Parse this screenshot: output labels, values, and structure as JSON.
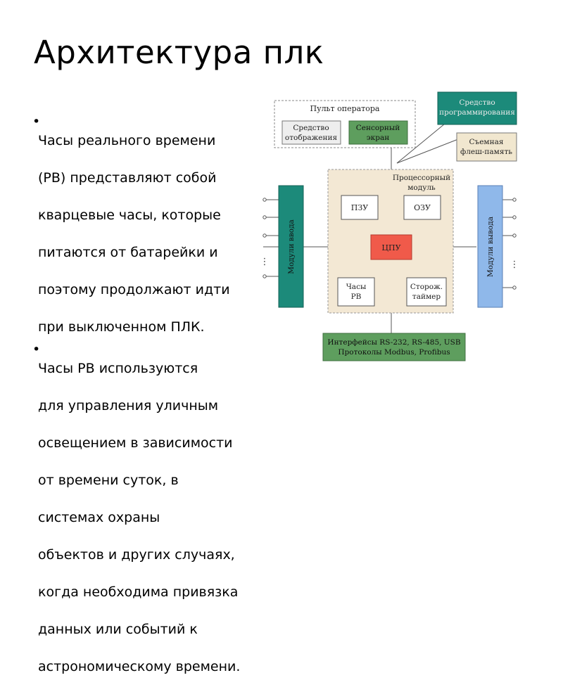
{
  "slide": {
    "title": "Архитектура плк",
    "bullets": [
      "Часы реального времени (РВ) представляют собой кварцевые часы, которые питаются от батарейки и поэтому продолжают идти при выключенном ПЛК.",
      "Часы РВ используются для управления уличным освещением в зависимости от времени суток, в системах охраны объектов и других случаях, когда необходима привязка данных или событий к астрономическому времени."
    ],
    "bullet_lines": [
      [
        "Часы реального времени",
        "(РВ) представляют собой",
        "кварцевые часы, которые",
        "питаются от батарейки и",
        "поэтому продолжают идти",
        "при выключенном ПЛК."
      ],
      [
        "Часы РВ используются",
        "для управления уличным",
        "освещением в зависимости",
        "от времени суток, в",
        "системах охраны",
        "объектов и других случаях,",
        "когда необходима привязка",
        "данных или событий к",
        "астрономическому времени."
      ]
    ]
  },
  "diagram": {
    "operator_panel": "Пульт оператора",
    "display_means": [
      "Средство",
      "отображения"
    ],
    "touch_screen": [
      "Сенсорный",
      "экран"
    ],
    "programming_means": [
      "Средство",
      "программирования"
    ],
    "flash_memory": [
      "Съемная",
      "флеш-память"
    ],
    "processor_module": [
      "Процессорный",
      "модуль"
    ],
    "rom": "ПЗУ",
    "ram": "ОЗУ",
    "cpu": "ЦПУ",
    "rtc": [
      "Часы",
      "РВ"
    ],
    "watchdog": [
      "Сторож.",
      "таймер"
    ],
    "input_modules": "Модули ввода",
    "output_modules": "Модули вывода",
    "interfaces": [
      "Интерфейсы RS-232, RS-485, USB",
      "Протоколы Modbus, Profibus"
    ],
    "colors": {
      "teal": "#1c8a7a",
      "blue": "#8fb8ea",
      "green": "#5e9e5e",
      "red": "#f05a4a",
      "beige": "#f3e8d4",
      "flash_beige": "#f1e7cf",
      "gray_box": "#eeeeee"
    }
  }
}
